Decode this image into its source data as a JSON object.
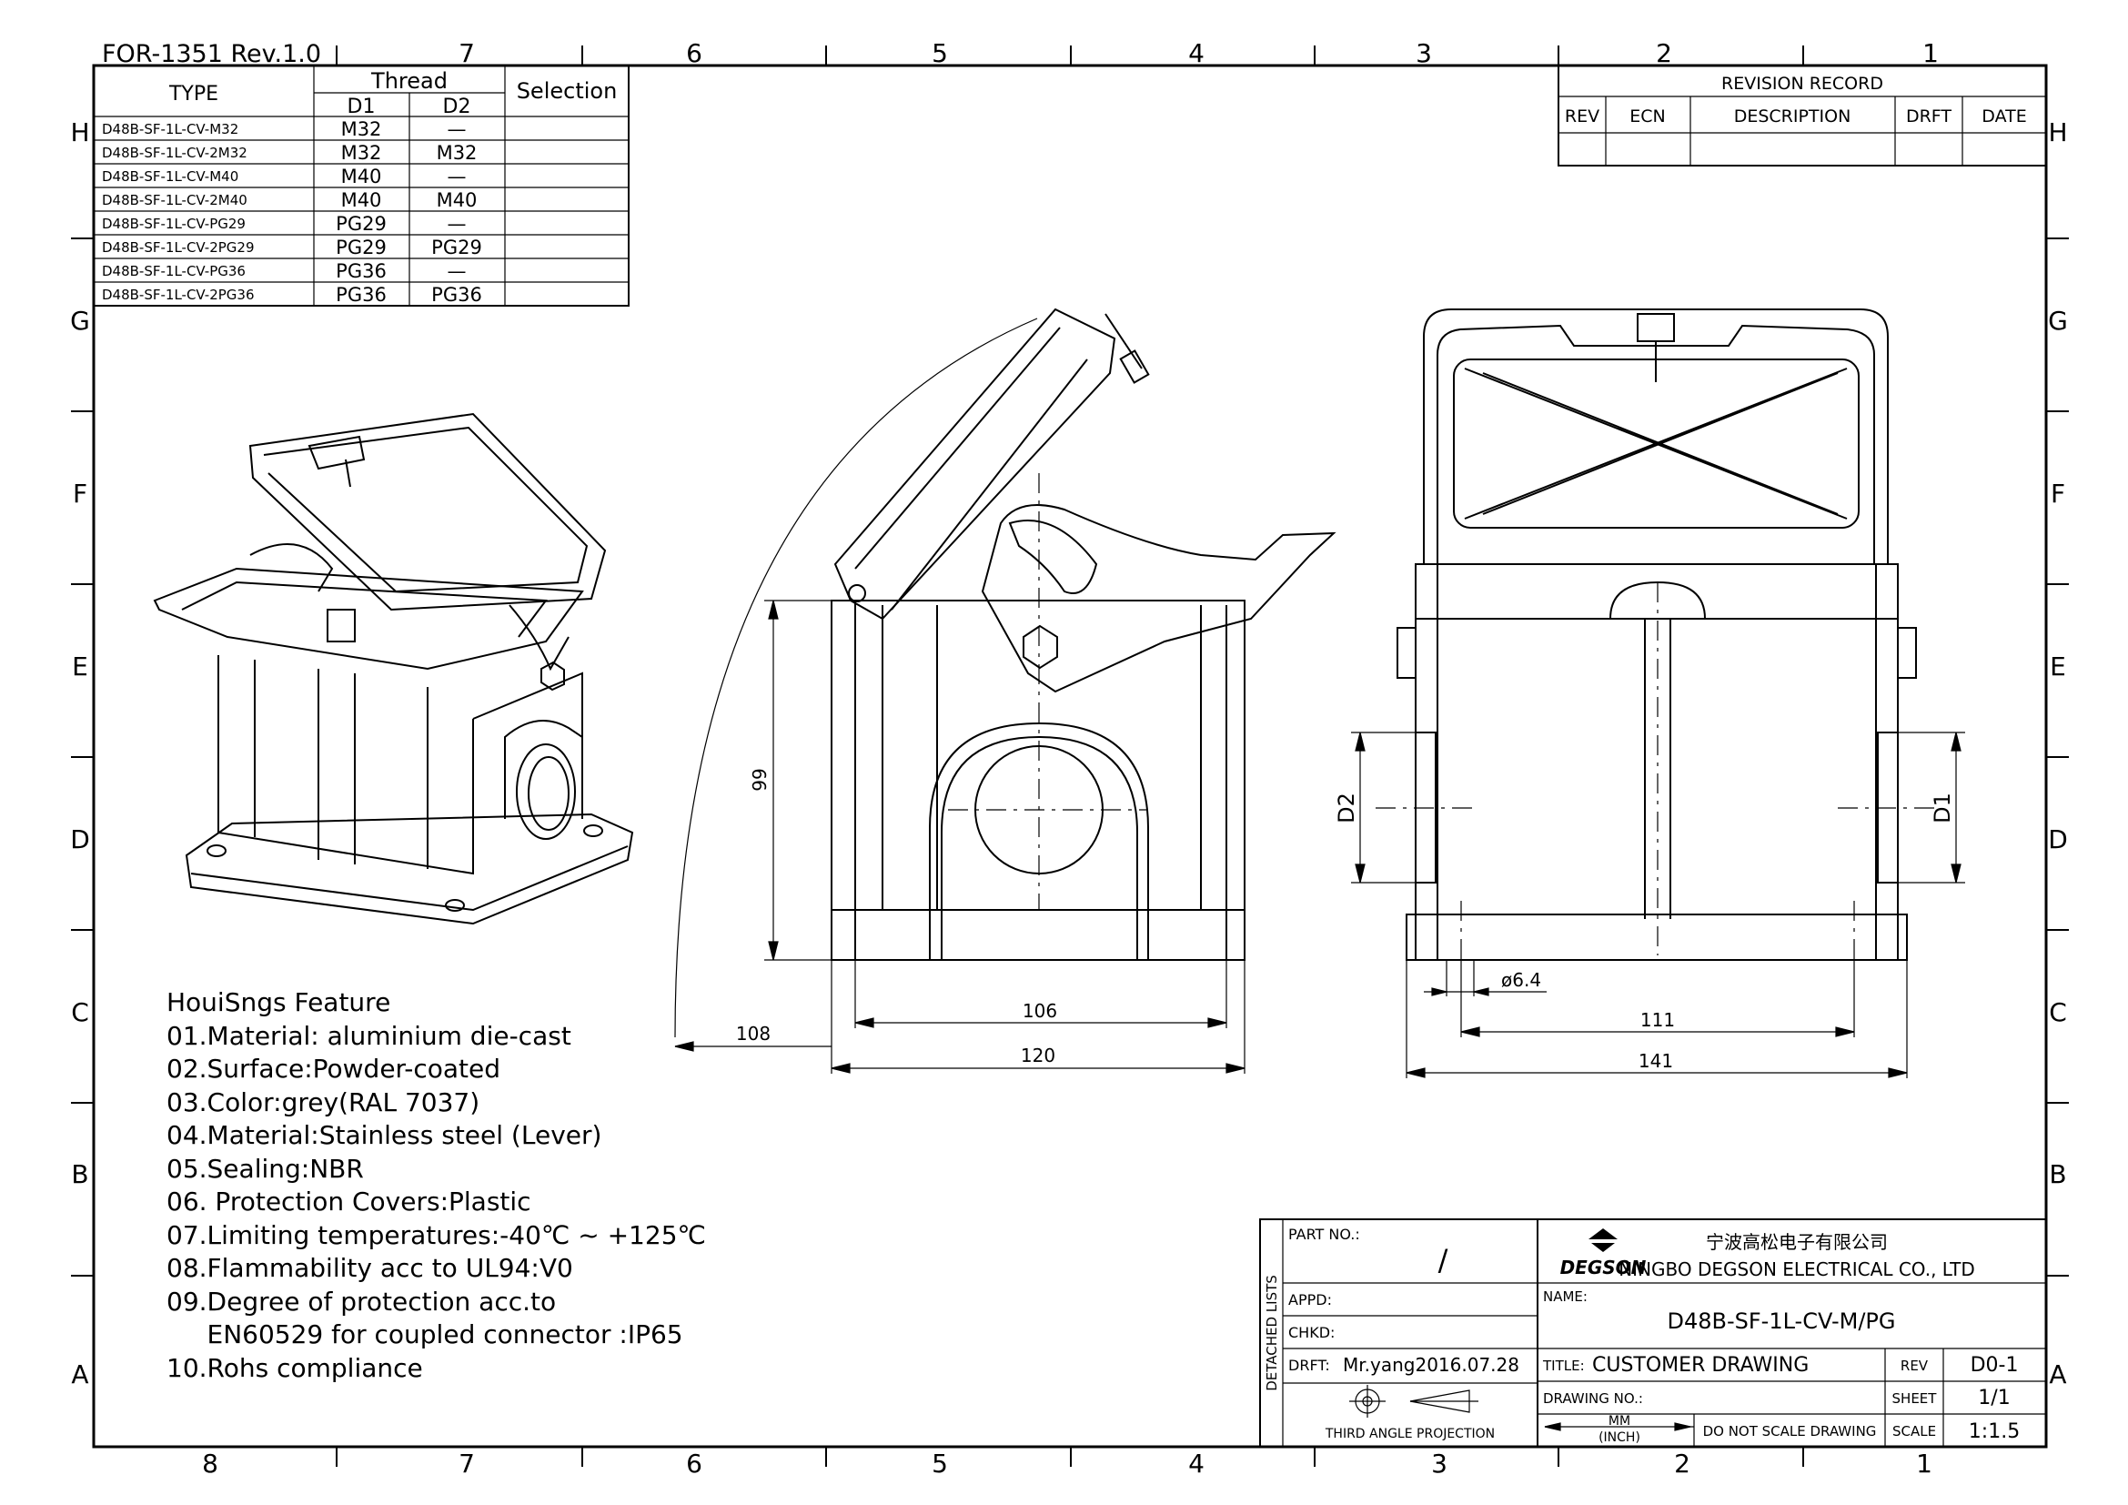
{
  "form_id": "FOR-1351  Rev.1.0",
  "zone_columns_top": [
    "7",
    "6",
    "5",
    "4",
    "3",
    "2",
    "1"
  ],
  "zone_columns_bottom": [
    "8",
    "7",
    "6",
    "5",
    "4",
    "3",
    "2",
    "1"
  ],
  "zone_rows": [
    "H",
    "G",
    "F",
    "E",
    "D",
    "C",
    "B",
    "A"
  ],
  "type_table": {
    "header_type": "TYPE",
    "header_thread": "Thread",
    "header_d1": "D1",
    "header_d2": "D2",
    "header_selection": "Selection",
    "rows": [
      {
        "type": "D48B-SF-1L-CV-M32",
        "d1": "M32",
        "d2": "—"
      },
      {
        "type": "D48B-SF-1L-CV-2M32",
        "d1": "M32",
        "d2": "M32"
      },
      {
        "type": "D48B-SF-1L-CV-M40",
        "d1": "M40",
        "d2": "—"
      },
      {
        "type": "D48B-SF-1L-CV-2M40",
        "d1": "M40",
        "d2": "M40"
      },
      {
        "type": "D48B-SF-1L-CV-PG29",
        "d1": "PG29",
        "d2": "—"
      },
      {
        "type": "D48B-SF-1L-CV-2PG29",
        "d1": "PG29",
        "d2": "PG29"
      },
      {
        "type": "D48B-SF-1L-CV-PG36",
        "d1": "PG36",
        "d2": "—"
      },
      {
        "type": "D48B-SF-1L-CV-2PG36",
        "d1": "PG36",
        "d2": "PG36"
      }
    ]
  },
  "revision_record": {
    "title": "REVISION RECORD",
    "headers": [
      "REV",
      "ECN",
      "DESCRIPTION",
      "DRFT",
      "DATE"
    ]
  },
  "dimensions": {
    "height_99": "99",
    "arc_108": "108",
    "width_106": "106",
    "width_120": "120",
    "d2": "D2",
    "d1": "D1",
    "hole": "ø6.4",
    "width_111": "111",
    "width_141": "141"
  },
  "features": {
    "title": "HouiSngs Feature",
    "items": [
      "01.Material: aluminium die-cast",
      "02.Surface:Powder-coated",
      "03.Color:grey(RAL 7037)",
      "04.Material:Stainless steel (Lever)",
      "05.Sealing:NBR",
      "06. Protection Covers:Plastic",
      "07.Limiting temperatures:-40℃ ~ +125℃",
      "08.Flammability acc to UL94:V0",
      "09.Degree of protection acc.to",
      "     EN60529 for coupled connector :IP65",
      "10.Rohs compliance"
    ]
  },
  "title_block": {
    "part_no_label": "PART NO.:",
    "part_no_value": "/",
    "detached_lists": "DETACHED LISTS",
    "appd_label": "APPD:",
    "chkd_label": "CHKD:",
    "drft_label": "DRFT:",
    "drft_value": "Mr.yang2016.07.28",
    "projection_label": "THIRD ANGLE PROJECTION",
    "brand": "DEGSON",
    "company_cn": "宁波高松电子有限公司",
    "company_en": "NINGBO DEGSON ELECTRICAL CO., LTD",
    "name_label": "NAME:",
    "name_value": "D48B-SF-1L-CV-M/PG",
    "title_label": "TITLE:",
    "title_value": "CUSTOMER  DRAWING",
    "rev_label": "REV",
    "rev_value": "D0-1",
    "drawing_no_label": "DRAWING NO.:",
    "sheet_label": "SHEET",
    "sheet_value": "1/1",
    "unit_mm": "MM",
    "unit_inch": "(INCH)",
    "no_scale": "DO NOT SCALE DRAWING",
    "scale_label": "SCALE",
    "scale_value": "1:1.5"
  }
}
